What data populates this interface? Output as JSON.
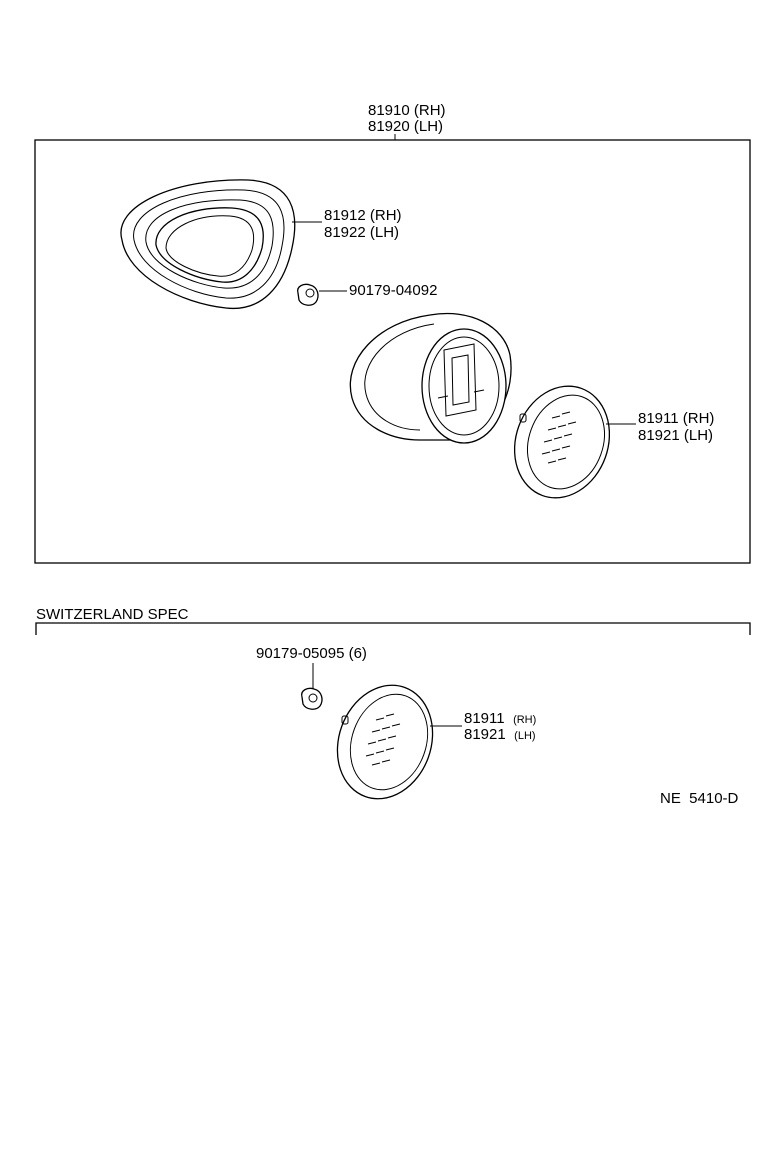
{
  "main_assembly": {
    "rh": "81910 (RH)",
    "lh": "81920 (LH)"
  },
  "parts": {
    "bezel": {
      "rh": "81912 (RH)",
      "lh": "81922 (LH)"
    },
    "screw": {
      "number": "90179-04092"
    },
    "lens": {
      "rh": "81911 (RH)",
      "lh": "81921 (LH)"
    }
  },
  "switzerland": {
    "heading": "SWITZERLAND SPEC",
    "screw": "90179-05095 (6)",
    "lens_rh_num": "81911",
    "lens_rh_side": "(RH)",
    "lens_lh_num": "81921",
    "lens_lh_side": "(LH)"
  },
  "figure_code": "NE  5410-D"
}
